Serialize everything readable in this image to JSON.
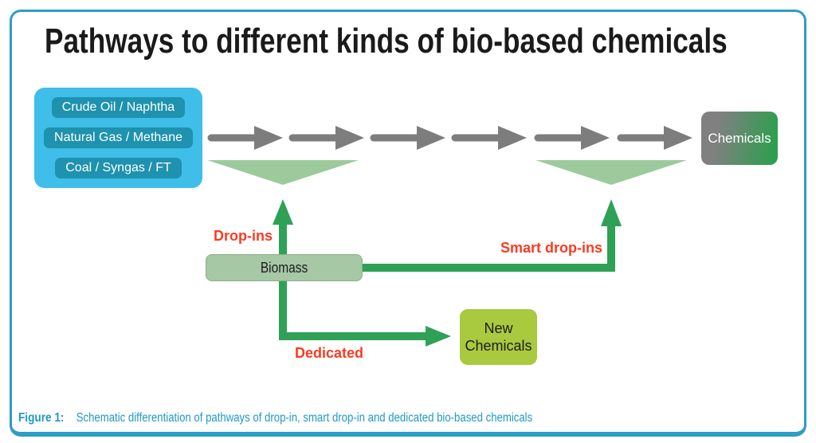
{
  "title": "Pathways to different kinds of bio-based chemicals",
  "fossil_panel": {
    "items": [
      "Crude Oil / Naphtha",
      "Natural Gas / Methane",
      "Coal / Syngas / FT"
    ]
  },
  "flow": {
    "chemicals_label": "Chemicals",
    "biomass_label": "Biomass",
    "new_chemicals_line1": "New",
    "new_chemicals_line2": "Chemicals",
    "drop_ins_label": "Drop-ins",
    "smart_drop_ins_label": "Smart drop-ins",
    "dedicated_label": "Dedicated"
  },
  "caption": {
    "prefix": "Figure 1:",
    "text": "Schematic differentiation of pathways of drop-in, smart drop-in and dedicated bio-based chemicals"
  },
  "colors": {
    "frame_blue": "#2C9EC7",
    "panel_blue": "#3EBEE9",
    "pill_teal": "#1E92AE",
    "arrow_gray": "#7D7D7D",
    "funnel_green": "#9CCA9C",
    "arrow_green": "#2EA156",
    "biomass_green": "#A6C8A4",
    "new_chemicals_green": "#A9C93F",
    "chemicals_gradient_left": "#808080",
    "chemicals_gradient_right": "#2F9E50",
    "label_red": "#FB3A22",
    "caption_blue": "#2099C5"
  }
}
